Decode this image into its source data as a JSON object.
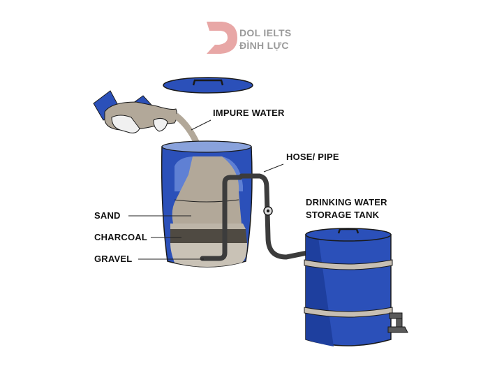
{
  "brand": {
    "line1": "DOL IELTS",
    "line2": "ĐÌNH LỰC",
    "logo_color": "#E8A7A6"
  },
  "labels": {
    "impure_water": "IMPURE WATER",
    "hose_pipe": "HOSE/ PIPE",
    "drinking_tank_line1": "DRINKING WATER",
    "drinking_tank_line2": "STORAGE TANK",
    "sand": "SAND",
    "charcoal": "CHARCOAL",
    "gravel": "GRAVEL"
  },
  "colors": {
    "barrel_blue": "#2B50B9",
    "barrel_dark": "#1E3F9E",
    "sand": "#B2A899",
    "charcoal": "#4F4A42",
    "gravel": "#C9C2B6",
    "pipe": "#3C3C3C",
    "strap": "#C7BFB3",
    "skin": "#F0F0F0"
  }
}
